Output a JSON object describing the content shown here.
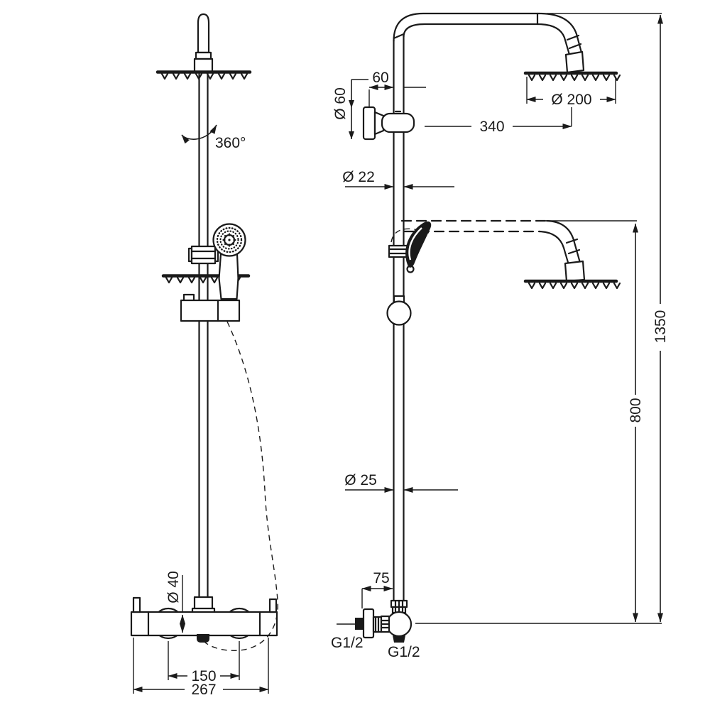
{
  "meta": {
    "title": "Shower column technical drawing",
    "views": [
      "front view",
      "side view"
    ],
    "units": "mm",
    "line_color": "#1a1a1a",
    "background": "#ffffff"
  },
  "dimensions": {
    "rotation": "360°",
    "bracket_flange_diameter": "Ø 60",
    "bracket_offset": "60",
    "head_diameter": "Ø 200",
    "arm_reach": "340",
    "upper_pipe_diameter": "Ø 22",
    "total_height": "1350",
    "hand_shower_height": "800",
    "lower_pipe_diameter": "Ø 25",
    "valve_wall_offset": "75",
    "mixer_body_diameter": "Ø 40",
    "inlet_thread": "G1/2",
    "outlet_thread": "G1/2",
    "handle_spacing": "150",
    "mixer_width": "267"
  }
}
